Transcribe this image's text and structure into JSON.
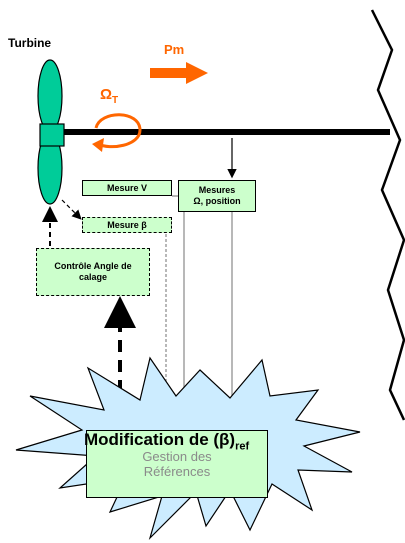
{
  "labels": {
    "turbine": "Turbine",
    "pm": "Pm",
    "omega_main": "Ω",
    "omega_sub": "T",
    "mesure_v": "Mesure  V",
    "mesures_line1": "Mesures",
    "mesures_line2": "Ω, position",
    "mesure_beta": "Mesure  β",
    "controle": "Contrôle Angle de calage",
    "gestion_line1": "Gestion des",
    "gestion_line2": "Références",
    "modif_main": "Modification de (β)",
    "modif_sub": "ref"
  },
  "colors": {
    "blade": "#00cc99",
    "box_fill": "#ccffcc",
    "arrow_orange": "#ff6600",
    "star_fill": "#ccecff",
    "line": "#000000"
  }
}
